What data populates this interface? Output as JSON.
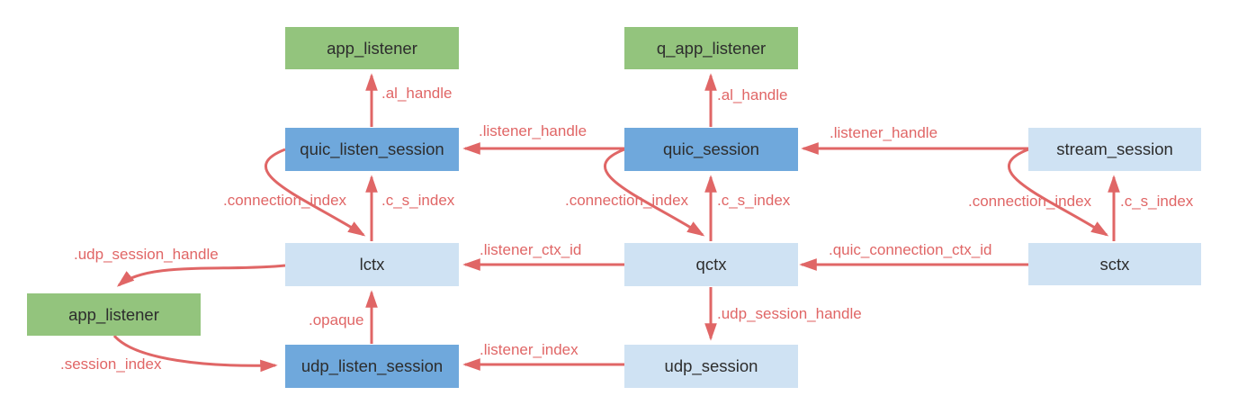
{
  "diagram": {
    "colors": {
      "node_green": "#93c47d",
      "node_blue": "#6fa8dc",
      "node_light_blue": "#cfe2f3",
      "arrow_red": "#e06666",
      "node_text": "#2d2d2d",
      "background": "#ffffff"
    },
    "nodes": {
      "app_listener_top": "app_listener",
      "q_app_listener": "q_app_listener",
      "quic_listen_session": "quic_listen_session",
      "quic_session": "quic_session",
      "stream_session": "stream_session",
      "lctx": "lctx",
      "qctx": "qctx",
      "sctx": "sctx",
      "app_listener_bottom": "app_listener",
      "udp_listen_session": "udp_listen_session",
      "udp_session": "udp_session"
    },
    "edge_labels": {
      "al_handle_left": ".al_handle",
      "al_handle_mid": ".al_handle",
      "listener_handle_left": ".listener_handle",
      "listener_handle_right": ".listener_handle",
      "connection_index_left": ".connection_index",
      "c_s_index_left": ".c_s_index",
      "connection_index_mid": ".connection_index",
      "c_s_index_mid": ".c_s_index",
      "connection_index_right": ".connection_index",
      "c_s_index_right": ".c_s_index",
      "listener_ctx_id": ".listener_ctx_id",
      "quic_connection_ctx_id": ".quic_connection_ctx_id",
      "udp_session_handle_left": ".udp_session_handle",
      "udp_session_handle_mid": ".udp_session_handle",
      "opaque": ".opaque",
      "listener_index": ".listener_index",
      "session_index": ".session_index"
    }
  }
}
